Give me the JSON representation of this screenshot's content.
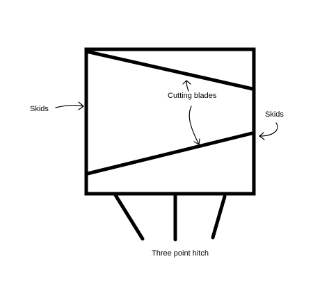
{
  "diagram": {
    "labels": {
      "skids_left": "Skids",
      "skids_right": "Skids",
      "cutting_blades": "Cutting blades",
      "three_point_hitch": "Three point hitch"
    }
  }
}
